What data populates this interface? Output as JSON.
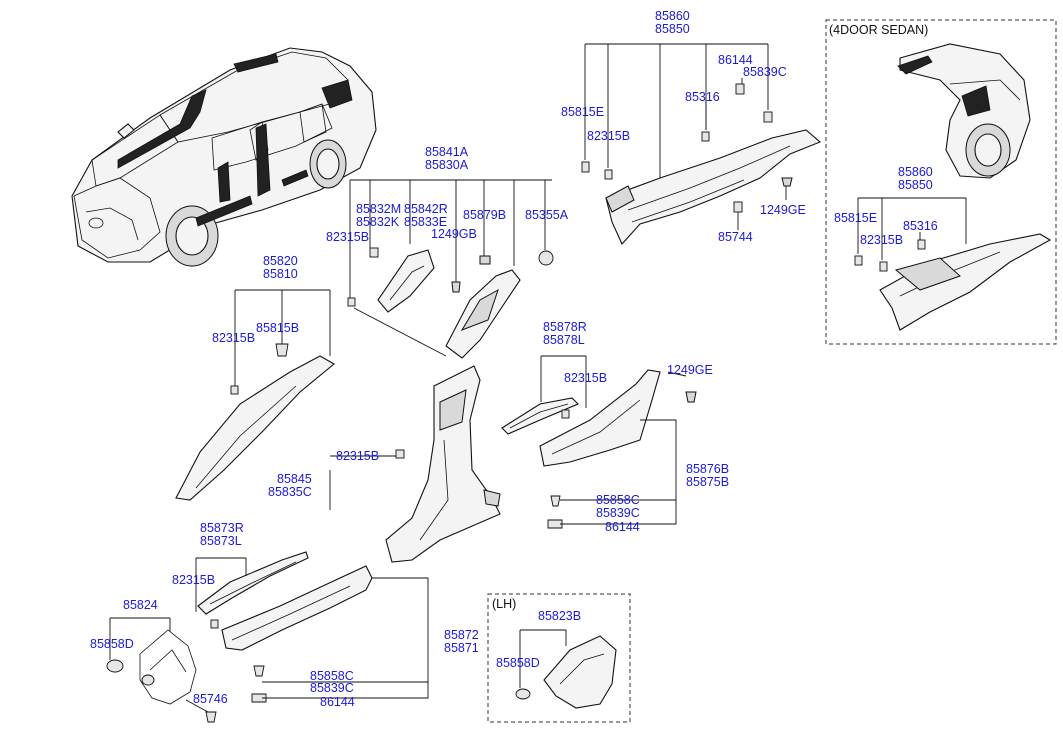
{
  "inset_top_title": "(4DOOR SEDAN)",
  "inset_bottom_title": "(LH)",
  "labels": {
    "roof_trim_top": "85860",
    "roof_trim_bottom": "85850",
    "clip_86144_a": "86144",
    "clip_85839c_a": "85839C",
    "clip_85815e_a": "85815E",
    "clip_85316_a": "85316",
    "clip_82315b_a": "82315B",
    "bolt_1249ge_a": "1249GE",
    "clip_85744": "85744",
    "sedan_85860": "85860",
    "sedan_85850": "85850",
    "sedan_85815e": "85815E",
    "sedan_85316": "85316",
    "sedan_82315b": "82315B",
    "pillar_85841a": "85841A",
    "pillar_85830a": "85830A",
    "pillar_85832m": "85832M",
    "pillar_85832k": "85832K",
    "pillar_85842r": "85842R",
    "pillar_85833e": "85833E",
    "pillar_85879b": "85879B",
    "pillar_85355a": "85355A",
    "pillar_82315b": "82315B",
    "pillar_1249gb": "1249GB",
    "a_85820": "85820",
    "a_85810": "85810",
    "a_82315b": "82315B",
    "a_85815b": "85815B",
    "c_85878r": "85878R",
    "c_85878l": "85878L",
    "c_82315b": "82315B",
    "c_1249ge": "1249GE",
    "c_85876b": "85876B",
    "c_85875b": "85875B",
    "c_85858c": "85858C",
    "c_85839c": "85839C",
    "c_86144": "86144",
    "b_82315b": "82315B",
    "b_85845": "85845",
    "b_85835c": "85835C",
    "s_85873r": "85873R",
    "s_85873l": "85873L",
    "s_82315b": "82315B",
    "s_85872": "85872",
    "s_85871": "85871",
    "s_85858c": "85858C",
    "s_85839c": "85839C",
    "s_86144": "86144",
    "k_85824": "85824",
    "k_85858d": "85858D",
    "k_85746": "85746",
    "lh_85823b": "85823B",
    "lh_85858d": "85858D"
  }
}
